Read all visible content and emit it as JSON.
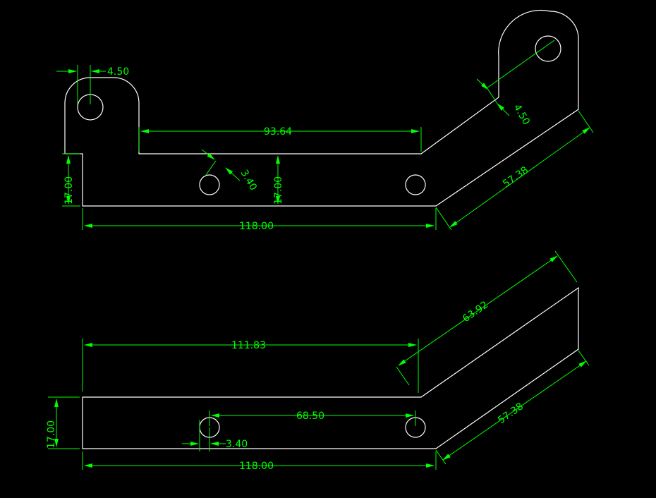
{
  "colors": {
    "background": "#000000",
    "geometry": "#ffffff",
    "dimensions": "#00ff00"
  },
  "top_part": {
    "dims": {
      "tab_offset": "4.50",
      "inner_length": "93.64",
      "hole_dia": "3.40",
      "height_left": "17.00",
      "height_mid": "17.00",
      "total_length": "118.00",
      "slant_length": "57.38",
      "tab_offset_right": "4.50"
    }
  },
  "bottom_part": {
    "dims": {
      "inner_length": "111.83",
      "slant_upper": "63.92",
      "height_left": "17.00",
      "hole_spacing": "68.50",
      "hole_dia": "3.40",
      "total_length": "118.00",
      "slant_lower": "57.38"
    }
  }
}
